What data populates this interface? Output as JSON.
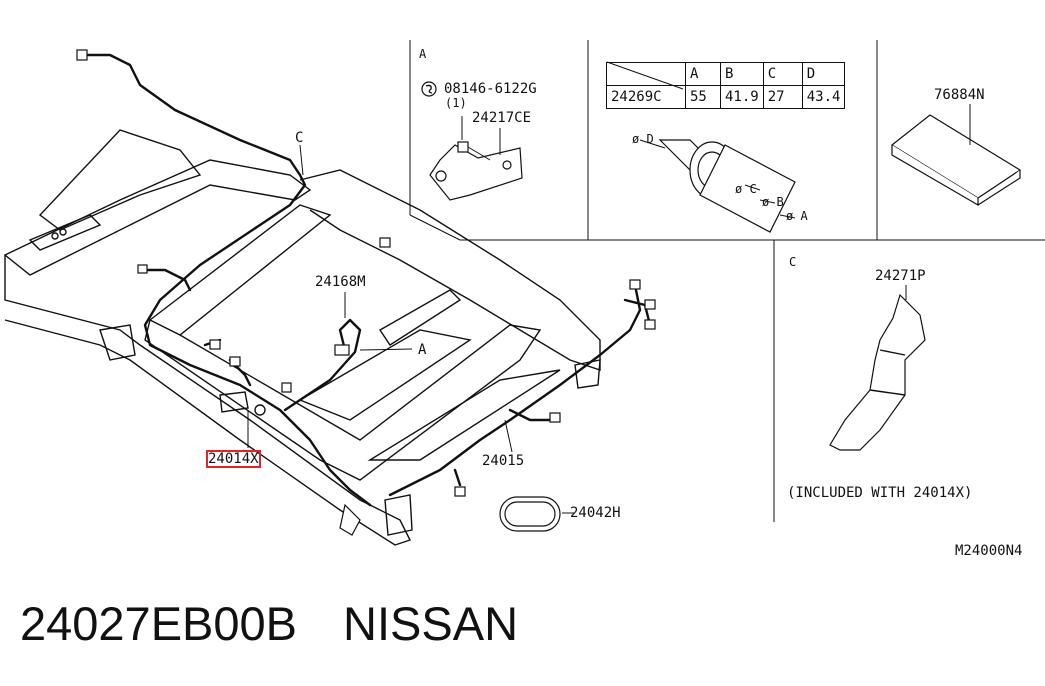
{
  "main_diagram": {
    "labels": {
      "harness_main": "24014X",
      "harness_rear": "24015",
      "harness_small": "24168M",
      "grommet_oval": "24042H",
      "ref_a": "A",
      "ref_c": "C"
    }
  },
  "panel_a": {
    "title": "A",
    "bolt_part": "08146-6122G",
    "bolt_qty": "(1)",
    "bracket_part": "24217CE"
  },
  "panel_grommet": {
    "table": {
      "headers": [
        "",
        "A",
        "B",
        "C",
        "D"
      ],
      "row": [
        "24269C",
        "55",
        "41.9",
        "27",
        "43.4"
      ]
    },
    "dim_labels": [
      "ø D",
      "ø C",
      "ø B",
      "ø A"
    ]
  },
  "panel_pad": {
    "part": "76884N"
  },
  "panel_c": {
    "title": "C",
    "part": "24271P",
    "note": "(INCLUDED WITH 24014X)"
  },
  "diagram_code": "M24000N4",
  "caption": {
    "part_number": "24027EB00B",
    "brand": "NISSAN"
  }
}
